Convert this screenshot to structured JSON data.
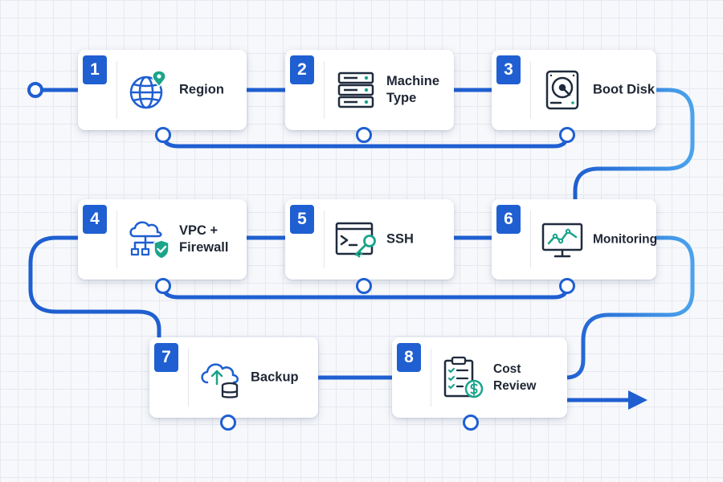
{
  "diagram": {
    "steps": [
      {
        "number": "1",
        "label": "Region",
        "icon": "globe-pin-icon"
      },
      {
        "number": "2",
        "label": "Machine Type",
        "icon": "server-rack-icon"
      },
      {
        "number": "3",
        "label": "Boot Disk",
        "icon": "hard-disk-icon"
      },
      {
        "number": "4",
        "label": "VPC + Firewall",
        "icon": "cloud-network-shield-icon"
      },
      {
        "number": "5",
        "label": "SSH",
        "icon": "terminal-key-icon"
      },
      {
        "number": "6",
        "label": "Monitoring",
        "icon": "monitor-chart-icon"
      },
      {
        "number": "7",
        "label": "Backup",
        "icon": "cloud-upload-database-icon"
      },
      {
        "number": "8",
        "label": "Cost Review",
        "icon": "clipboard-checklist-dollar-icon"
      }
    ],
    "colors": {
      "primary": "#1f5fd1",
      "gradient_light": "#4aa3ec",
      "accent_green": "#1aa48a",
      "icon_stroke": "#1f2b3d"
    }
  }
}
